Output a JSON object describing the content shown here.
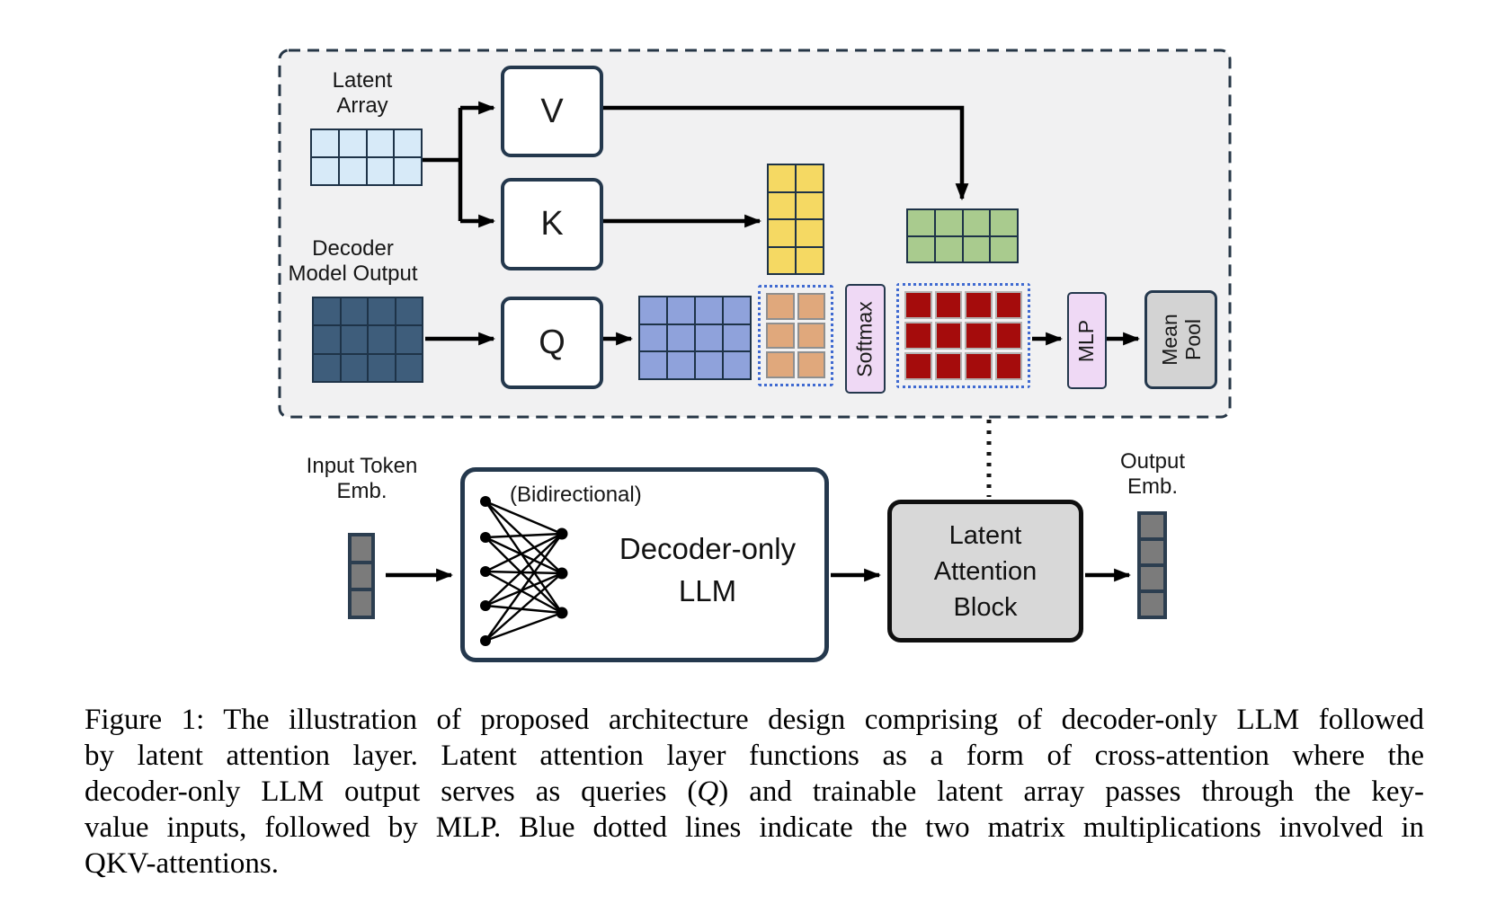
{
  "figure": {
    "panel": {
      "latent_array_label_1": "Latent",
      "latent_array_label_2": "Array",
      "decoder_output_label_1": "Decoder",
      "decoder_output_label_2": "Model Output",
      "v_label": "V",
      "k_label": "K",
      "q_label": "Q",
      "softmax_label": "Softmax",
      "mlp_label": "MLP",
      "mean_pool_label_1": "Mean",
      "mean_pool_label_2": "Pool"
    },
    "bottom": {
      "input_label_1": "Input Token",
      "input_label_2": "Emb.",
      "bidirectional_label": "(Bidirectional)",
      "llm_label_1": "Decoder-only",
      "llm_label_2": "LLM",
      "lab_label_1": "Latent",
      "lab_label_2": "Attention",
      "lab_label_3": "Block",
      "output_label_1": "Output",
      "output_label_2": "Emb."
    },
    "colors": {
      "panel_bg": "#f1f1f2",
      "panel_border": "#263646",
      "navy_border": "#1e3348",
      "latent_cell": "#d7eaf8",
      "decoder_cell": "#3e5d7b",
      "key_cell": "#f5d963",
      "query_cell": "#8fa2db",
      "score_cell": "#e0a87c",
      "value_cell": "#a9cb8e",
      "attention_cell": "#a50c0c",
      "embedding_cell": "#7b7b7b",
      "operator_box": "#efd9f5",
      "pool_box": "#d3d3d3",
      "latent_attention_box": "#d8d8d8",
      "dotted_blue": "#3f6ad1"
    },
    "grids": {
      "latent_array": {
        "rows": 2,
        "cols": 4,
        "fill": "#d7eaf8",
        "border": "#1e3348",
        "bw": 1.6,
        "outer": true
      },
      "decoder_output": {
        "rows": 3,
        "cols": 4,
        "fill": "#3e5d7b",
        "border": "#1e3348",
        "bw": 1.6,
        "outer": true
      },
      "keys": {
        "rows": 4,
        "cols": 2,
        "fill": "#f5d963",
        "border": "#1e3348",
        "bw": 1.6,
        "outer": true
      },
      "queries": {
        "rows": 3,
        "cols": 4,
        "fill": "#8fa2db",
        "border": "#1e3348",
        "bw": 1.6,
        "outer": true
      },
      "qk_scores": {
        "rows": 3,
        "cols": 2,
        "fill": "#e0a87c",
        "border": "#8f8f8f",
        "bw": 2,
        "gap": 3
      },
      "values": {
        "rows": 2,
        "cols": 4,
        "fill": "#a9cb8e",
        "border": "#1e3348",
        "bw": 1.6,
        "outer": true
      },
      "attention_scores": {
        "rows": 3,
        "cols": 4,
        "fill": "#a50c0c",
        "border": "#b3b3b3",
        "bw": 2,
        "gap": 3
      },
      "input_emb": {
        "rows": 3,
        "cols": 1,
        "fill": "#7b7b7b",
        "border": "#2c3e50",
        "bw": 2,
        "outer": true
      },
      "output_emb": {
        "rows": 4,
        "cols": 1,
        "fill": "#7b7b7b",
        "border": "#2c3e50",
        "bw": 2,
        "outer": true
      }
    }
  },
  "caption": {
    "line1": "Figure 1: The illustration of proposed architecture design comprising of decoder-only LLM followed",
    "line2": "by latent attention layer.  Latent attention layer functions as a form of cross-attention where the",
    "line3_pre": "decoder-only LLM output serves as queries (",
    "line3_italic": "Q",
    "line3_post": ") and trainable latent array passes through the key-",
    "line4": "value inputs, followed by MLP. Blue dotted lines indicate the two matrix multiplications involved in",
    "line5": "QKV-attentions."
  }
}
